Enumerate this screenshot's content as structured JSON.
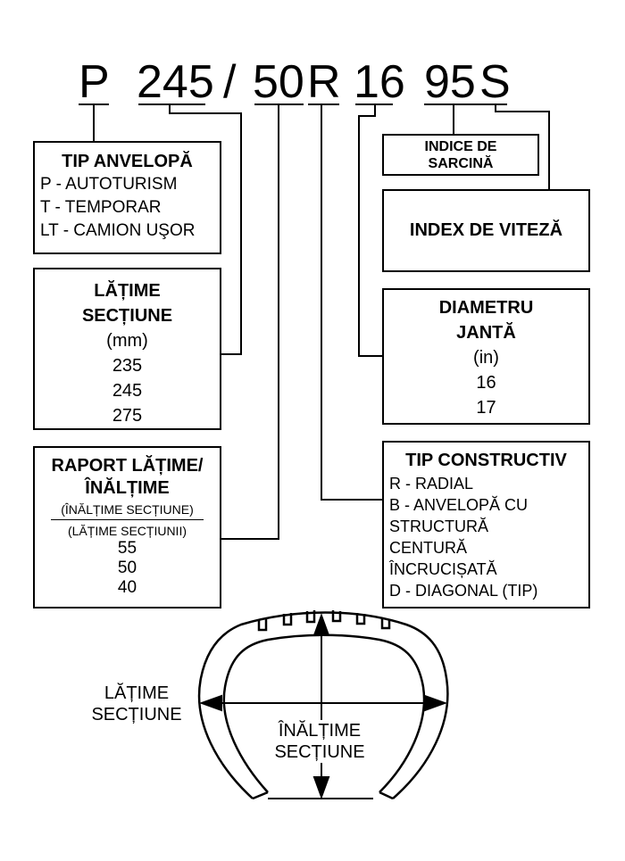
{
  "tire_code": {
    "p": "P",
    "width": "245",
    "slash": "/",
    "ratio": "50",
    "construction": "R",
    "diameter": "16",
    "load": "95",
    "speed": "S"
  },
  "tip_anvelopa": {
    "title": "TIP ANVELOPĂ",
    "items": [
      "P - AUTOTURISM",
      "T - TEMPORAR",
      "LT - CAMION UŞOR"
    ]
  },
  "latime_sectiune": {
    "title_1": "LĂȚIME",
    "title_2": "SECȚIUNE",
    "unit": "(mm)",
    "values": [
      "235",
      "245",
      "275"
    ]
  },
  "raport": {
    "title_1": "RAPORT LĂȚIME/",
    "title_2": "ÎNĂLȚIME",
    "numerator": "(ÎNĂLȚIME SECȚIUNE)",
    "denominator": "(LĂȚIME SECȚIUNII)",
    "values": [
      "55",
      "50",
      "40"
    ]
  },
  "indice_sarcina": {
    "line_1": "INDICE DE",
    "line_2": "SARCINĂ"
  },
  "index_viteza": {
    "title": "INDEX DE VITEZĂ"
  },
  "diametru_janta": {
    "title_1": "DIAMETRU",
    "title_2": "JANTĂ",
    "unit": "(in)",
    "values": [
      "16",
      "17"
    ]
  },
  "tip_constructiv": {
    "title": "TIP CONSTRUCTIV",
    "items": [
      "R - RADIAL",
      "B - ANVELOPĂ CU",
      "STRUCTURĂ",
      "CENTURĂ",
      "ÎNCRUCIȘATĂ",
      "D - DIAGONAL (TIP)"
    ]
  },
  "tire_labels": {
    "width_1": "LĂȚIME",
    "width_2": "SECȚIUNE",
    "height_1": "ÎNĂLȚIME",
    "height_2": "SECȚIUNE"
  }
}
